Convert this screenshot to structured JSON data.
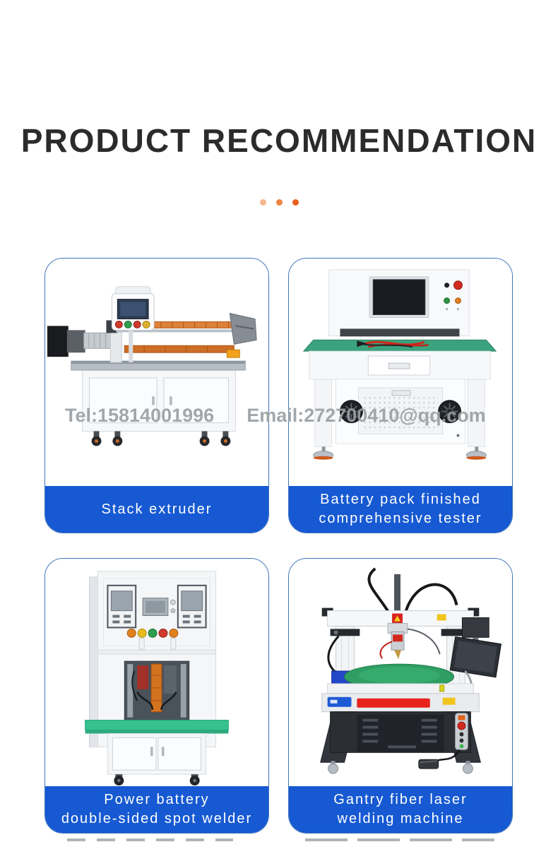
{
  "page": {
    "title": "PRODUCT RECOMMENDATION",
    "watermark": {
      "tel": "Tel:15814001996",
      "email": "Email:272700410@qq.com"
    }
  },
  "colors": {
    "banner_blue": "#1659d2",
    "card_border": "#3f73ba",
    "title_text": "#2b2b2b",
    "watermark_gray": "#9aa0a4",
    "dot_1": "#f4b78e",
    "dot_2": "#ef8440",
    "dot_3": "#e8611c",
    "machine_green": "#3aa37d",
    "machine_orange": "#d97c33"
  },
  "products": [
    {
      "name": "Stack extruder",
      "lines": [
        "Stack extruder"
      ]
    },
    {
      "name": "Battery pack finished comprehensive tester",
      "lines": [
        "Battery pack finished",
        "comprehensive tester"
      ]
    },
    {
      "name": "Power battery double-sided spot welder",
      "lines": [
        "Power battery",
        "double-sided spot welder"
      ]
    },
    {
      "name": "Gantry fiber laser welding machine",
      "lines": [
        "Gantry fiber laser",
        "welding machine"
      ]
    }
  ]
}
